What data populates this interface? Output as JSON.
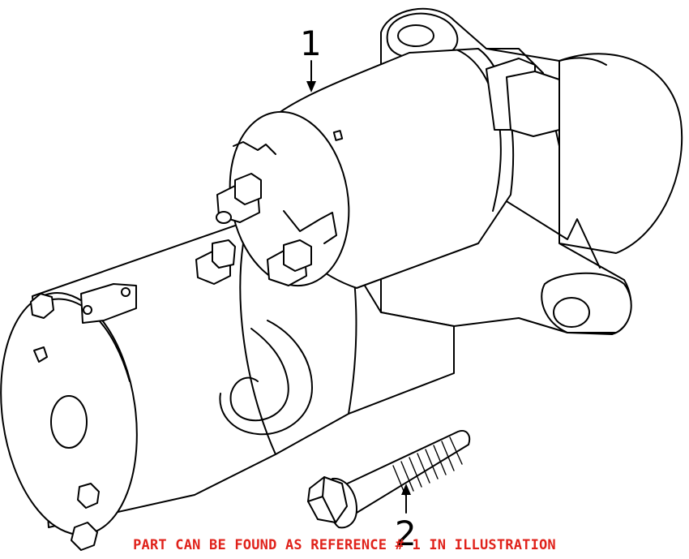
{
  "callouts": [
    {
      "label": "1",
      "part": "starter-motor"
    },
    {
      "label": "2",
      "part": "mounting-bolt"
    }
  ],
  "note": {
    "text": "PART CAN BE FOUND AS REFERENCE # 1 IN ILLUSTRATION",
    "color": "#e0221b"
  }
}
